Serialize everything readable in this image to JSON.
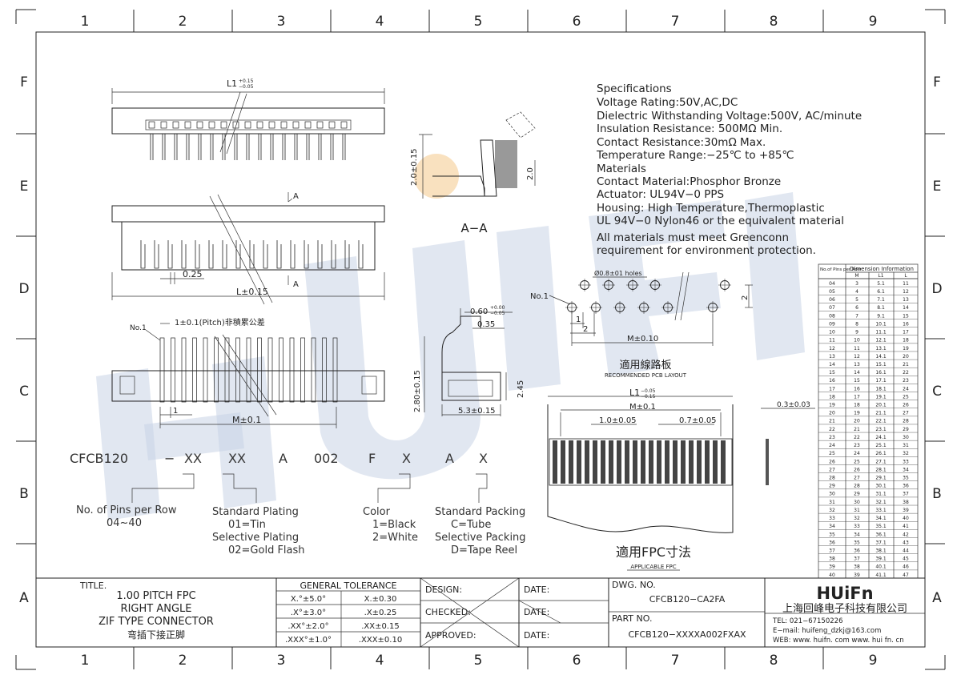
{
  "frame": {
    "columns": [
      "1",
      "2",
      "3",
      "4",
      "5",
      "6",
      "7",
      "8",
      "9"
    ],
    "rows": [
      "F",
      "E",
      "D",
      "C",
      "B",
      "A"
    ]
  },
  "specs": {
    "lines": [
      "Specifications",
      "Voltage  Rating:50V,AC,DC",
      "Dielectric Withstanding Voltage:500V, AC/minute",
      "Insulation Resistance: 500MΩ  Min.",
      "Contact Resistance:30mΩ  Max.",
      "Temperature Range:−25℃ to +85℃",
      "Materials",
      "Contact Material:Phosphor Bronze",
      "Actuator: UL94V−0 PPS",
      "Housing: High Temperature,Thermoplastic",
      "UL 94V−0 Nylon46 or the equivalent material",
      "All materials must meet Greenconn",
      "requirement for environment protection."
    ]
  },
  "drawing": {
    "l1_label": "L1",
    "l1_tol": [
      "+0.15",
      "−0.05"
    ],
    "l_label": "L±0.15",
    "dim_025": "0.25",
    "section_a": "A",
    "section_aa": "A−A",
    "dim_20_015": "2.0±0.15",
    "dim_20": "2.0",
    "no1_left": "No.1",
    "pitch_label": "1±0.1(Pitch)非積累公差",
    "dim_1": "1",
    "m_label": "M±0.1",
    "dim_060": "0.60",
    "dim_060_tol": [
      "+0.00",
      "−0.05"
    ],
    "dim_035": "0.35",
    "dim_245": "2.45",
    "dim_280": "2.80±0.15",
    "dim_53": "5.3±0.15",
    "pcb_holes": "Ø0.8±01  holes",
    "pcb_no1": "No.1",
    "pcb_1": "1",
    "pcb_2": "2",
    "pcb_2b": "2",
    "pcb_m": "M±0.10",
    "pcb_cn": "適用線路板",
    "pcb_en": "RECOMMENDED PCB LAYOUT",
    "fpc_l1": "L1",
    "fpc_l1_tol": [
      "−0.05",
      "−0.15"
    ],
    "fpc_m": "M±0.1",
    "fpc_10": "1.0±0.05",
    "fpc_07": "0.7±0.05",
    "fpc_03": "0.3±0.03",
    "fpc_cn": "適用FPC寸法",
    "fpc_en": "APPLICABLE  FPC"
  },
  "part_code": {
    "parts": [
      "CFCB120",
      "−",
      "XX",
      "XX",
      "A",
      "002",
      "F",
      "X",
      "A",
      "X"
    ],
    "pins_title": "No. of Pins per Row",
    "pins_range": "04~40",
    "plating": [
      "Standard Plating",
      "01=Tin",
      "Selective Plating",
      "02=Gold Flash"
    ],
    "color": [
      "Color",
      "1=Black",
      "2=White"
    ],
    "packing": [
      "Standard Packing",
      "C=Tube",
      "Selective Packing",
      "D=Tape Reel"
    ]
  },
  "dimension_table": {
    "header": [
      "No.of Pins per Row",
      "Dimension  Information"
    ],
    "cols": [
      "M",
      "L1",
      "L"
    ],
    "rows": [
      [
        "04",
        "3",
        "5.1",
        "11"
      ],
      [
        "05",
        "4",
        "6.1",
        "12"
      ],
      [
        "06",
        "5",
        "7.1",
        "13"
      ],
      [
        "07",
        "6",
        "8.1",
        "14"
      ],
      [
        "08",
        "7",
        "9.1",
        "15"
      ],
      [
        "09",
        "8",
        "10.1",
        "16"
      ],
      [
        "10",
        "9",
        "11.1",
        "17"
      ],
      [
        "11",
        "10",
        "12.1",
        "18"
      ],
      [
        "12",
        "11",
        "13.1",
        "19"
      ],
      [
        "13",
        "12",
        "14.1",
        "20"
      ],
      [
        "14",
        "13",
        "15.1",
        "21"
      ],
      [
        "15",
        "14",
        "16.1",
        "22"
      ],
      [
        "16",
        "15",
        "17.1",
        "23"
      ],
      [
        "17",
        "16",
        "18.1",
        "24"
      ],
      [
        "18",
        "17",
        "19.1",
        "25"
      ],
      [
        "19",
        "18",
        "20.1",
        "26"
      ],
      [
        "20",
        "19",
        "21.1",
        "27"
      ],
      [
        "21",
        "20",
        "22.1",
        "28"
      ],
      [
        "22",
        "21",
        "23.1",
        "29"
      ],
      [
        "23",
        "22",
        "24.1",
        "30"
      ],
      [
        "24",
        "23",
        "25.1",
        "31"
      ],
      [
        "25",
        "24",
        "26.1",
        "32"
      ],
      [
        "26",
        "25",
        "27.1",
        "33"
      ],
      [
        "27",
        "26",
        "28.1",
        "34"
      ],
      [
        "28",
        "27",
        "29.1",
        "35"
      ],
      [
        "29",
        "28",
        "30.1",
        "36"
      ],
      [
        "30",
        "29",
        "31.1",
        "37"
      ],
      [
        "31",
        "30",
        "32.1",
        "38"
      ],
      [
        "32",
        "31",
        "33.1",
        "39"
      ],
      [
        "33",
        "32",
        "34.1",
        "40"
      ],
      [
        "34",
        "33",
        "35.1",
        "41"
      ],
      [
        "35",
        "34",
        "36.1",
        "42"
      ],
      [
        "36",
        "35",
        "37.1",
        "43"
      ],
      [
        "37",
        "36",
        "38.1",
        "44"
      ],
      [
        "38",
        "37",
        "39.1",
        "45"
      ],
      [
        "39",
        "38",
        "40.1",
        "46"
      ],
      [
        "40",
        "39",
        "41.1",
        "47"
      ]
    ]
  },
  "title_block": {
    "title_label": "TITLE.",
    "title_lines": [
      "1.00 PITCH FPC",
      "RIGHT ANGLE",
      "ZIF TYPE CONNECTOR",
      "弯插下接正脚"
    ],
    "tolerance_header": "GENERAL  TOLERANCE",
    "tolerances": [
      [
        "X.°±5.0°",
        "X.±0.30"
      ],
      [
        ".X°±3.0°",
        ".X±0.25"
      ],
      [
        ".XX°±2.0°",
        ".XX±0.15"
      ],
      [
        ".XXX°±1.0°",
        ".XXX±0.10"
      ]
    ],
    "design": "DESIGN:",
    "checked": "CHECKED:",
    "approved": "APPROVED:",
    "date": "DATE:",
    "dwg_no_label": "DWG. NO.",
    "dwg_no": "CFCB120−CA2FA",
    "part_no_label": "PART NO.",
    "part_no": "CFCB120−XXXXA002FXAX",
    "brand": "HUiFn",
    "company": "上海回峰电子科技有限公司",
    "tel": "TEL: 021−67150226",
    "email": "E−mail: huifeng_dzkj@163.com",
    "web": "WEB: www. huifn. com  www. hui fn. cn"
  },
  "watermark": "HUiFn"
}
